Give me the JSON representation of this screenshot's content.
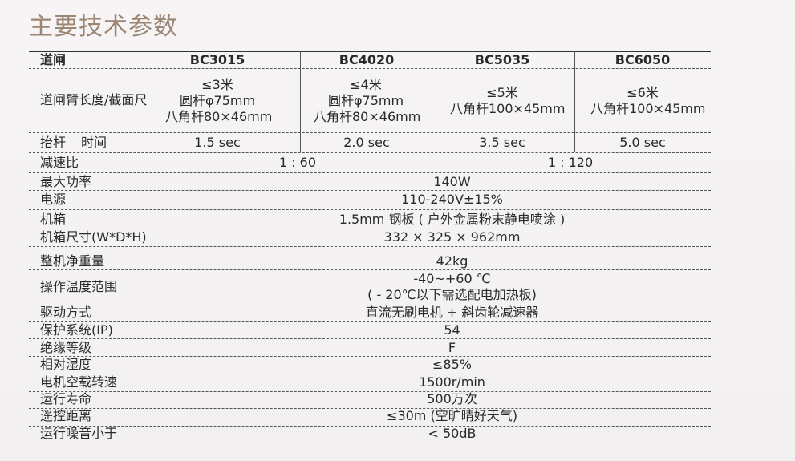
{
  "title": "主要技术参数",
  "header": {
    "label": "道闸",
    "models": [
      "BC3015",
      "BC4020",
      "BC5035",
      "BC6050"
    ]
  },
  "arm": {
    "label": "道闸臂长度/截面尺",
    "cols": [
      [
        "≤3米",
        "圆杆φ75mm",
        "八角杆80×46mm"
      ],
      [
        "≤4米",
        "圆杆φ75mm",
        "八角杆80×46mm"
      ],
      [
        "≤5米",
        "八角杆100×45mm"
      ],
      [
        "≤6米",
        "八角杆100×45mm"
      ]
    ]
  },
  "lift": {
    "label": "抬杆",
    "sub_label": "时间",
    "values": [
      "1.5 sec",
      "2.0 sec",
      "3.5 sec",
      "5.0 sec"
    ]
  },
  "ratio": {
    "label": "减速比",
    "values": [
      "1 : 60",
      "1 : 120"
    ]
  },
  "specs": [
    {
      "label": "最大功率",
      "value": "140W"
    },
    {
      "label": "电源",
      "value": "110-240V±15%"
    },
    {
      "label": "机箱",
      "value": "1.5mm 钢板 ( 户外金属粉末静电喷涂 )"
    },
    {
      "label": "机箱尺寸(W*D*H)",
      "value": "332 × 325 × 962mm"
    },
    {
      "label": "整机净重量",
      "value": "42kg"
    }
  ],
  "temp": {
    "label": "操作温度范围",
    "value1": "-40~+60 ℃",
    "value2": "( - 20℃以下需选配电加热板)"
  },
  "specs2": [
    {
      "label": "驱动方式",
      "value": "直流无刷电机 + 斜齿轮减速器"
    },
    {
      "label": "保护系统(IP)",
      "value": "54"
    },
    {
      "label": "绝缘等级",
      "value": "F"
    },
    {
      "label": "相对湿度",
      "value": "≤85%"
    },
    {
      "label": "电机空载转速",
      "value": "1500r/min"
    },
    {
      "label": "运行寿命",
      "value": "500万次"
    },
    {
      "label": "遥控距离",
      "value": "≤30m (空旷晴好天气)"
    },
    {
      "label": "运行噪音小于",
      "value": "< 50dB"
    }
  ]
}
